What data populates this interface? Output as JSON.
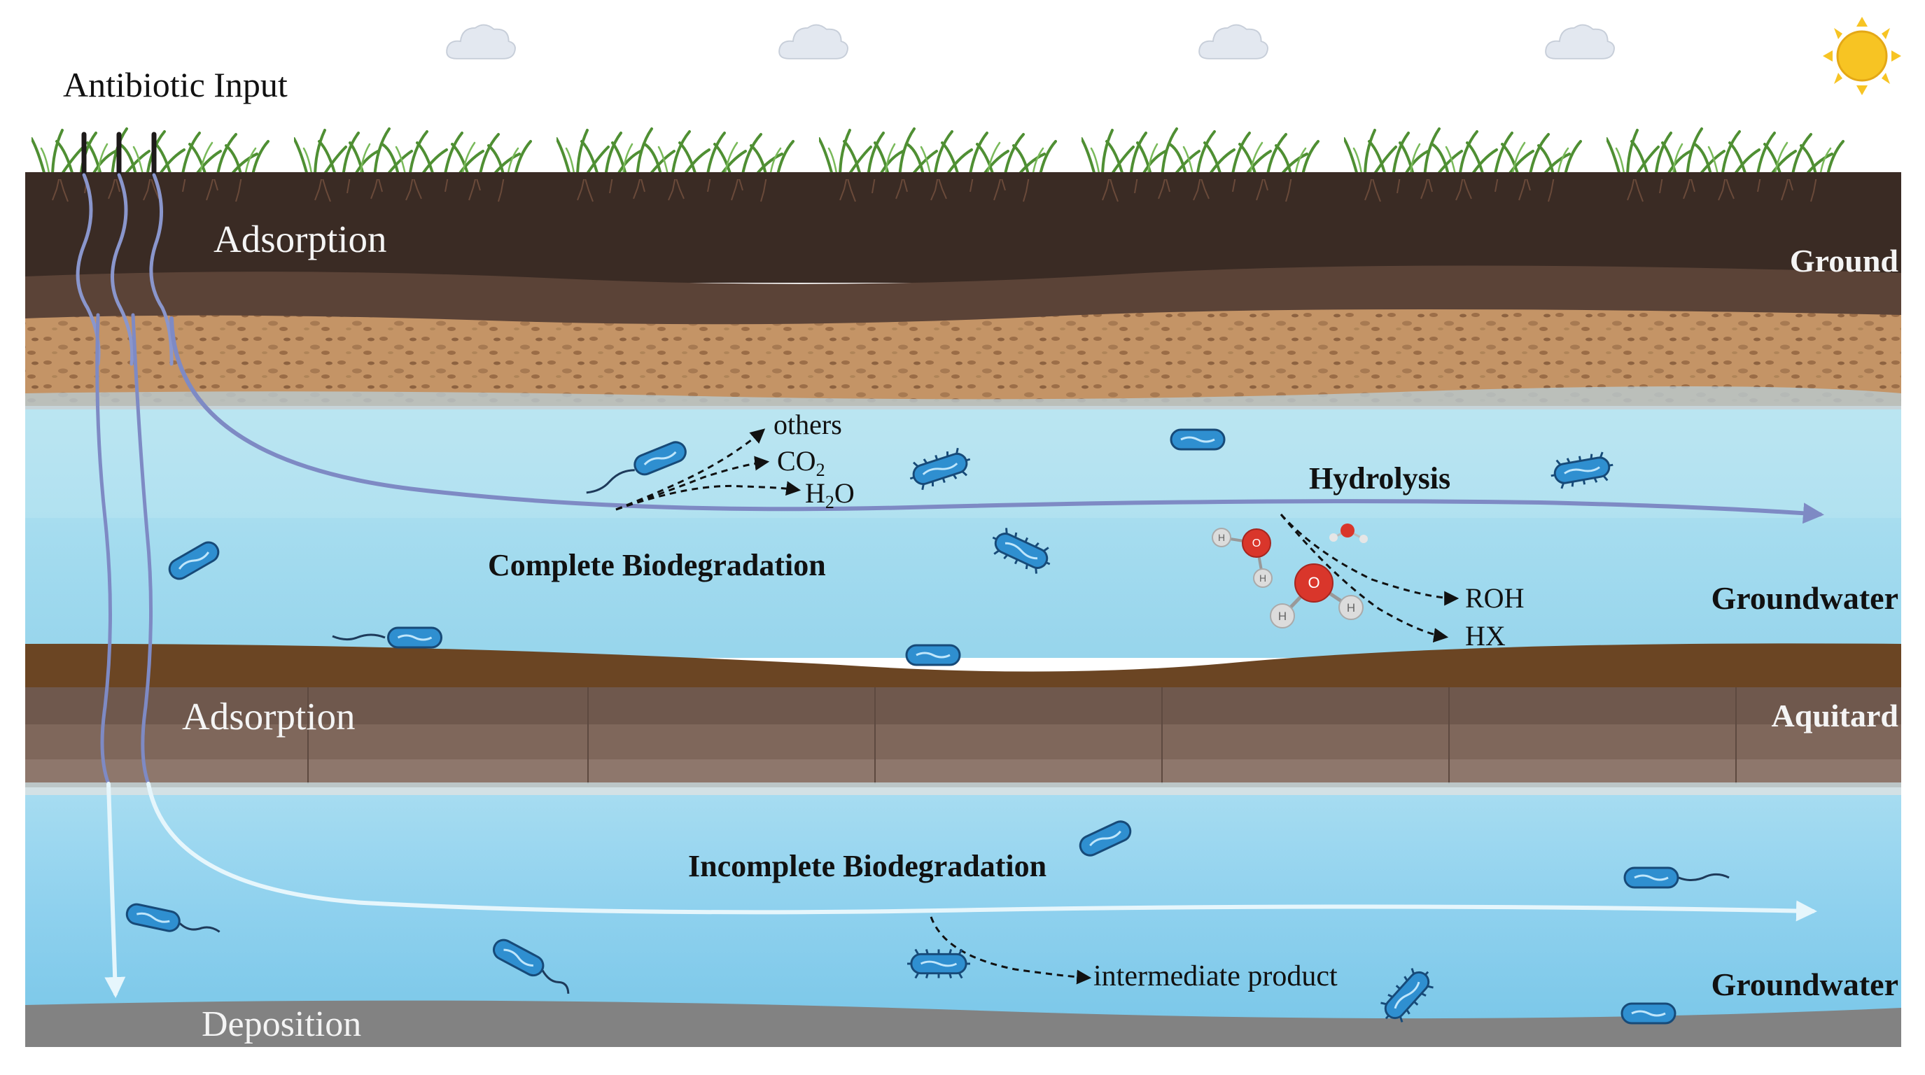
{
  "labels": {
    "antibiotic_input": "Antibiotic Input",
    "adsorption_top": "Adsorption",
    "ground": "Ground",
    "others": "others",
    "co2_main": "CO",
    "co2_sub": "2",
    "h2o_h": "H",
    "h2o_sub": "2",
    "h2o_o": "O",
    "hydrolysis": "Hydrolysis",
    "complete_biodegradation": "Complete Biodegradation",
    "roh": "ROH",
    "hx": "HX",
    "groundwater_upper": "Groundwater",
    "adsorption_bottom": "Adsorption",
    "aquitard": "Aquitard",
    "incomplete_biodegradation": "Incomplete Biodegradation",
    "intermediate_product": "intermediate product",
    "groundwater_lower": "Groundwater",
    "deposition": "Deposition",
    "atom_o": "O",
    "atom_h": "H"
  },
  "colors": {
    "sky": "#ffffff",
    "grass": "#5a9a3c",
    "topsoil": "#3a2a22",
    "midsoil": "#5a4236",
    "sandy_soil": "#c49466",
    "upper_water": "#a9ddee",
    "aquitard_top": "#6b4523",
    "aquitard": "#6e574c",
    "lower_water": "#8fd2ee",
    "deposition": "#808080",
    "flow_line_upper": "#7e8ac4",
    "flow_line_lower": "#dff2fb",
    "bacteria": "#2f8fd0",
    "oxygen_atom": "#d9362b",
    "hydrogen_atom": "#dcdcdc",
    "sun": "#f7c423"
  },
  "icons": [
    "cloud-icon",
    "sun-icon",
    "grass-icon",
    "bacteria-icon",
    "water-molecule-icon"
  ]
}
